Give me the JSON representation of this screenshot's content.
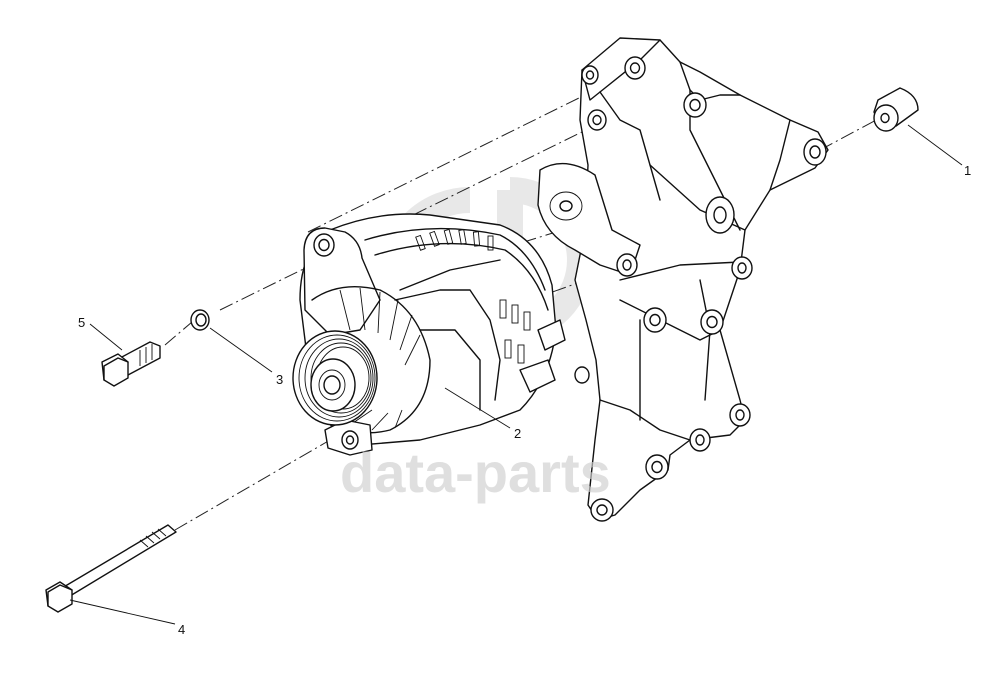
{
  "watermark": {
    "text": "data-parts"
  },
  "callouts": [
    {
      "id": "1",
      "label": "1"
    },
    {
      "id": "2",
      "label": "2"
    },
    {
      "id": "3",
      "label": "3"
    },
    {
      "id": "4",
      "label": "4"
    },
    {
      "id": "5",
      "label": "5"
    }
  ],
  "colors": {
    "line": "#111111",
    "watermark": "#cfcfcf",
    "background": "#ffffff"
  }
}
